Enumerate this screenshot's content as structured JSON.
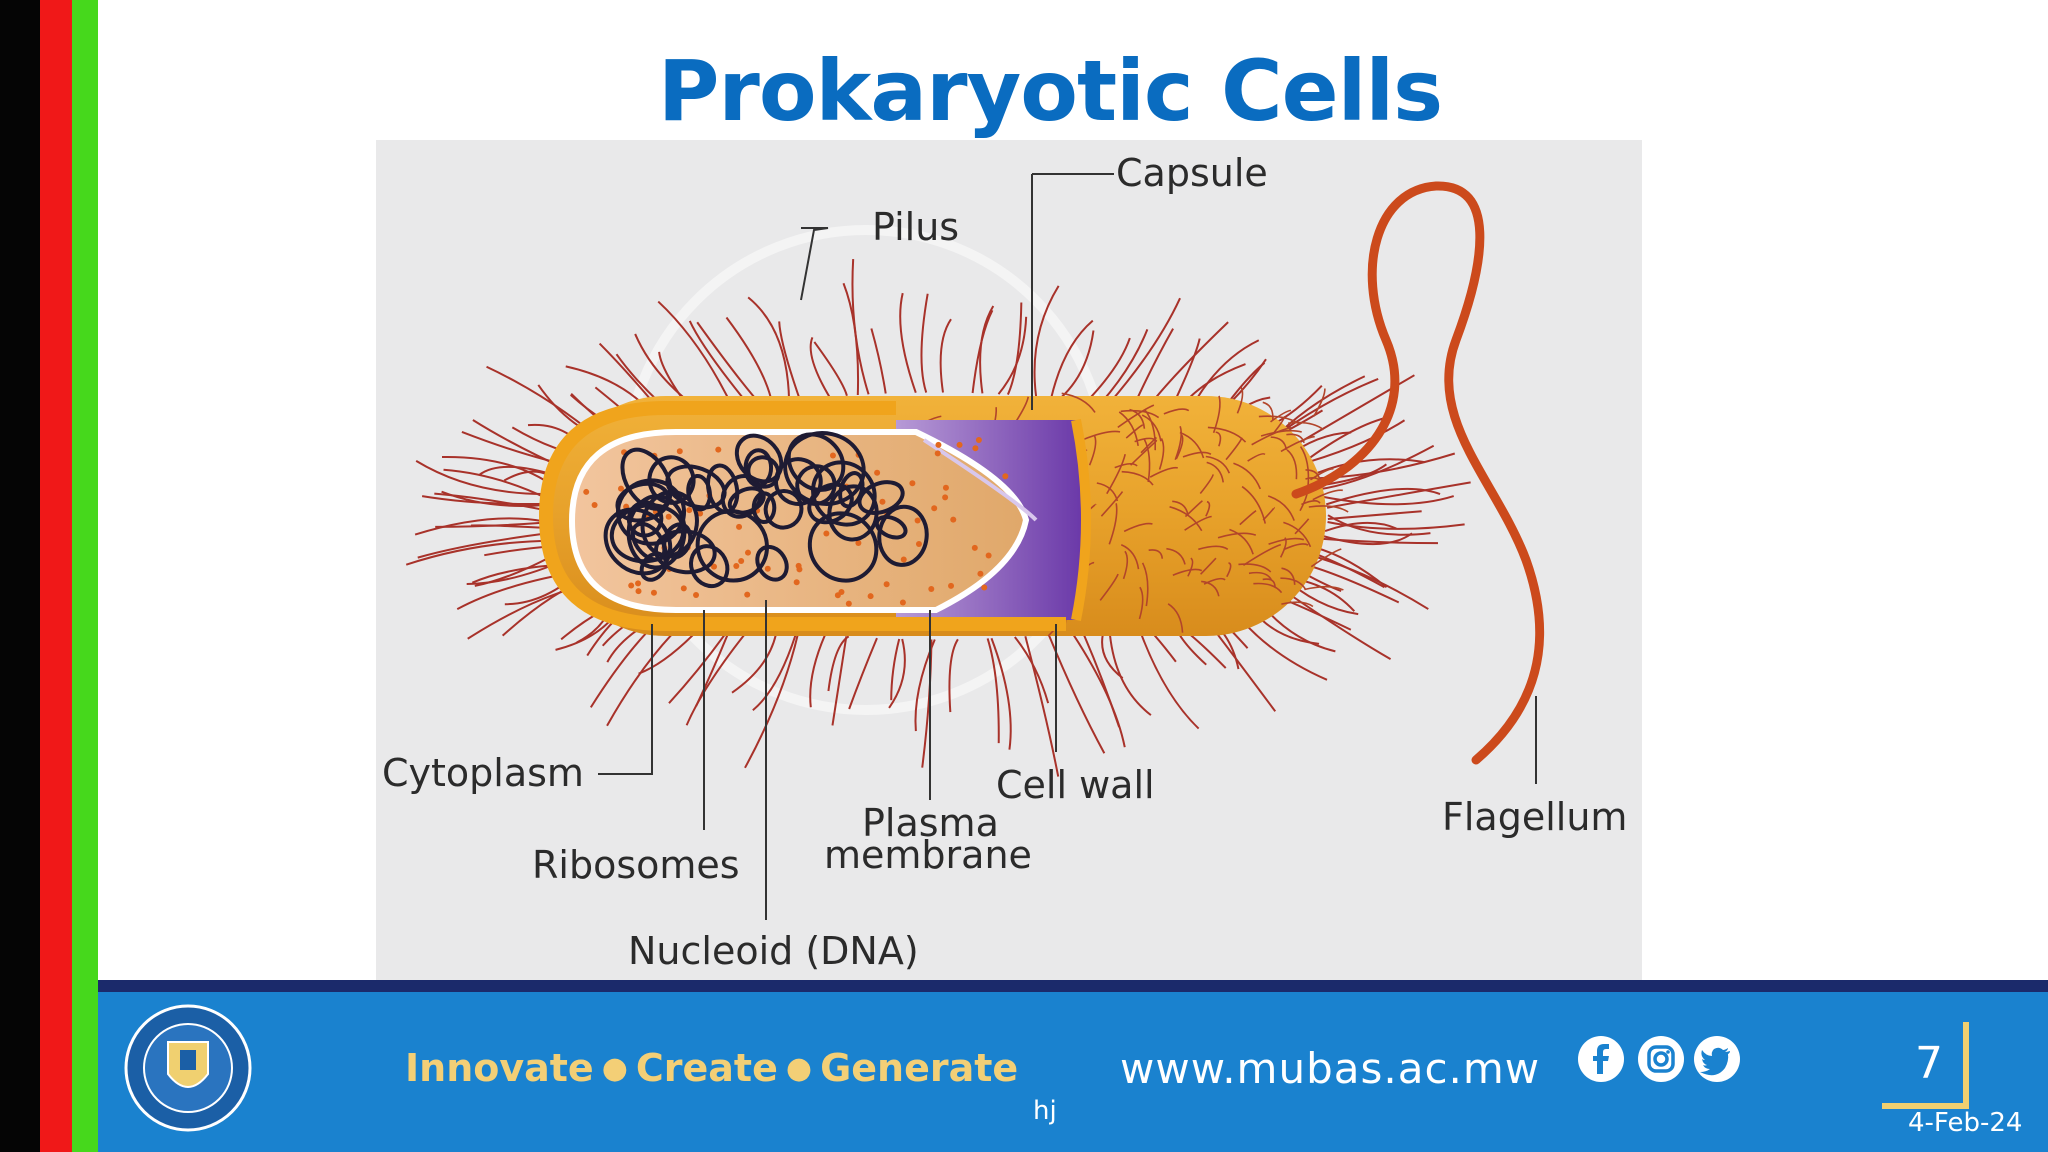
{
  "slide": {
    "title": "Prokaryotic Cells"
  },
  "diagram": {
    "labels": {
      "capsule": "Capsule",
      "pilus": "Pilus",
      "cytoplasm": "Cytoplasm",
      "ribosomes": "Ribosomes",
      "nucleoid": "Nucleoid (DNA)",
      "plasma_membrane_line1": "Plasma",
      "plasma_membrane_line2": "membrane",
      "cell_wall": "Cell wall",
      "flagellum": "Flagellum"
    }
  },
  "footer": {
    "slogan": [
      "Innovate",
      "Create",
      "Generate"
    ],
    "website": "www.mubas.ac.mw",
    "note": "hj",
    "page_number": "7",
    "date": "4-Feb-24",
    "social_icons": [
      "facebook-icon",
      "instagram-icon",
      "twitter-icon"
    ]
  },
  "colors": {
    "title": "#0a6cc0",
    "footer_bg": "#1a82cf",
    "footer_line": "#1b2a6b",
    "slogan": "#f3cf76",
    "stripe_black": "#050505",
    "stripe_red": "#f01818",
    "stripe_green": "#46d81c"
  }
}
